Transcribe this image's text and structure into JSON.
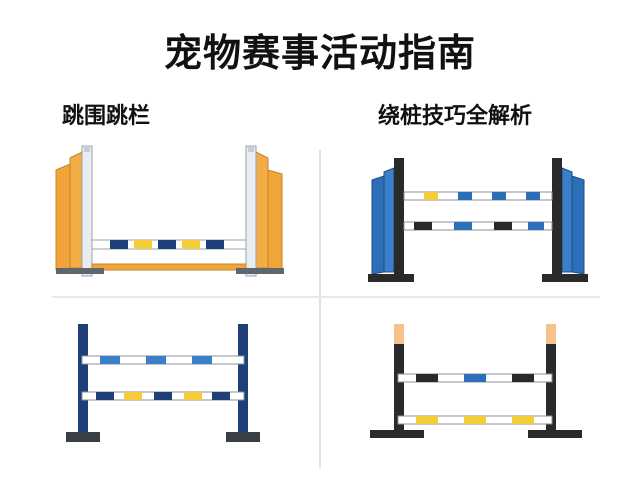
{
  "header": {
    "title": "宠物赛事活动指南"
  },
  "sections": {
    "left_heading": "跳围跳栏",
    "right_heading": "绕桩技巧全解析"
  },
  "colors": {
    "orange": "#f0a43a",
    "blue": "#2c6fb8",
    "navy": "#1e3f7a",
    "black": "#2a2a2a",
    "yellow": "#f5cc3a",
    "peach": "#f5c28c",
    "white": "#ffffff"
  },
  "figures": [
    {
      "id": "fig-1",
      "icon": "orange-wing-jump-icon"
    },
    {
      "id": "fig-2",
      "icon": "blue-wing-double-bar-jump-icon"
    },
    {
      "id": "fig-3",
      "icon": "navy-double-bar-jump-icon"
    },
    {
      "id": "fig-4",
      "icon": "black-double-bar-jump-icon"
    }
  ]
}
